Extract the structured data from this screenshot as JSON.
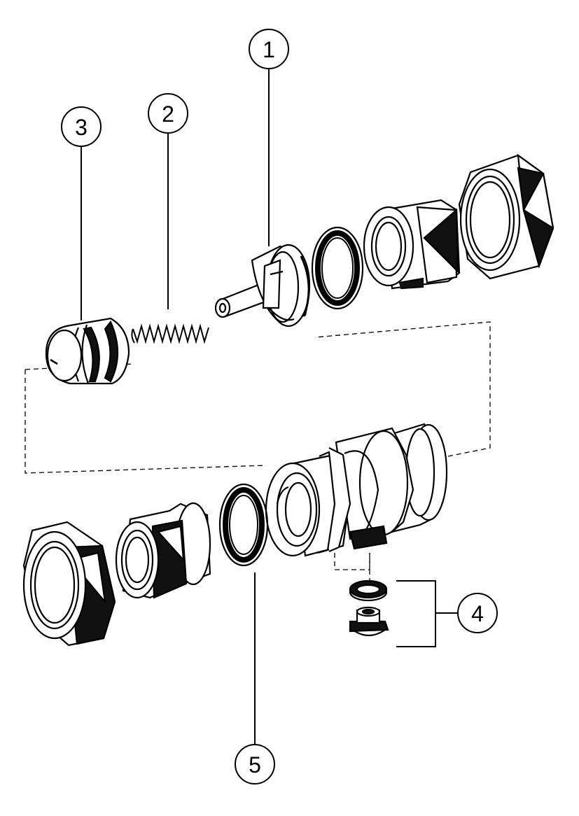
{
  "diagram": {
    "type": "exploded-parts-view",
    "colors": {
      "line": "#000000",
      "fill": "#ffffff",
      "shade": "#1a1a1a"
    },
    "callouts": [
      {
        "id": "callout-1",
        "label": "1",
        "part": "valve-insert-with-stem"
      },
      {
        "id": "callout-2",
        "label": "2",
        "part": "spring"
      },
      {
        "id": "callout-3",
        "label": "3",
        "part": "cap"
      },
      {
        "id": "callout-4",
        "label": "4",
        "part": "washer-and-plug"
      },
      {
        "id": "callout-5",
        "label": "5",
        "part": "sealing-ring"
      }
    ]
  }
}
